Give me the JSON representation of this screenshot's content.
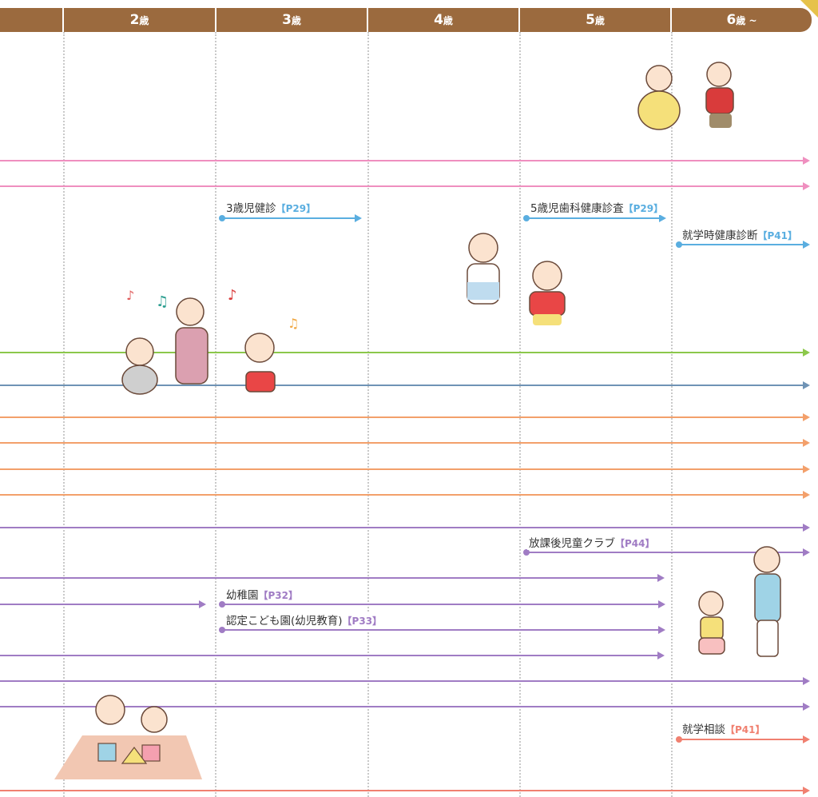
{
  "header": {
    "ages": [
      {
        "num": "2",
        "unit": "歳"
      },
      {
        "num": "3",
        "unit": "歳"
      },
      {
        "num": "4",
        "unit": "歳"
      },
      {
        "num": "5",
        "unit": "歳"
      },
      {
        "num": "6",
        "unit": "歳 ~"
      }
    ]
  },
  "labels": {
    "checkup3": {
      "text": "3歳児健診",
      "ref": "【P29】"
    },
    "dental5": {
      "text": "5歳児歯科健康診査",
      "ref": "【P29】"
    },
    "school_exam": {
      "text": "就学時健康診断",
      "ref": "【P41】"
    },
    "afterschool": {
      "text": "放課後児童クラブ",
      "ref": "【P44】"
    },
    "kindergarten": {
      "text": "幼稚園",
      "ref": "【P32】"
    },
    "kodomoen": {
      "text": "認定こども園(幼児教育)",
      "ref": "【P33】"
    },
    "school_consult": {
      "text": "就学相談",
      "ref": "【P41】"
    }
  },
  "colors": {
    "header": "#9b6a3e",
    "pink": "#ef8fbf",
    "blue": "#5aaee0",
    "green": "#8cc84b",
    "steel": "#6f93b5",
    "orange": "#f3a06b",
    "purple": "#a07cc4",
    "coral": "#f08070"
  },
  "icons": [
    "children-running-illustration",
    "children-jumping-illustration",
    "teacher-and-children-singing-illustration",
    "music-note-icon",
    "mother-and-child-walking-illustration",
    "mother-and-child-playing-blocks-illustration"
  ]
}
